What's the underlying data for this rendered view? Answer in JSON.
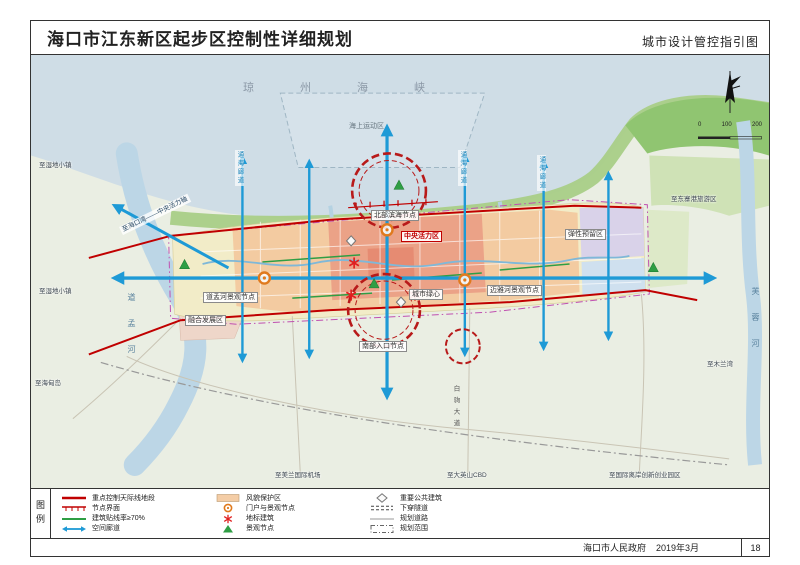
{
  "header": {
    "title": "海口市江东新区起步区控制性详细规划",
    "subtitle": "城市设计管控指引图"
  },
  "compass": {
    "scale_ticks": [
      "0",
      "100",
      "200"
    ]
  },
  "map": {
    "sea_name": "琼州海峡",
    "zones": {
      "marine_sports": "海上运动区",
      "central_vitality": "中央活力区",
      "flexible_reserve": "弹性预留区",
      "integration": "融合发展区",
      "green_heart": "城市绿心"
    },
    "nodes": {
      "north": "北部滨海节点",
      "south": "南部入口节点",
      "river_west": "道孟河景观节点",
      "river_east": "迈雅河景观节点"
    },
    "corridors": {
      "sea_corridor": "通海廊道",
      "central_axis": "至海口湾——中央活力轴"
    },
    "rivers": {
      "west": "道孟河",
      "east": "芙蓉河"
    },
    "roads": {
      "baiju": "白驹大道"
    },
    "directions": {
      "wetland_town_a": "至湿地小镇",
      "wetland_town_b": "至湿地小镇",
      "haidian_island": "至海甸岛",
      "dongzhai_port": "至东寨港旅游区",
      "mulan_bay": "至木兰湾",
      "airport": "至美兰国际机场",
      "cbd": "至大英山CBD",
      "offshore_park": "至国际离岸创新创业园区"
    }
  },
  "legend": {
    "title": "图例",
    "items": [
      {
        "label": "重点控制天际线地段"
      },
      {
        "label": "节点界面"
      },
      {
        "label": "建筑贴线率≥70%"
      },
      {
        "label": "空间廊道"
      },
      {
        "label": "风貌保护区"
      },
      {
        "label": "门户与景观节点"
      },
      {
        "label": "地标建筑"
      },
      {
        "label": "景观节点"
      },
      {
        "label": "重要公共建筑"
      },
      {
        "label": "下穿隧道"
      },
      {
        "label": "规划道路"
      },
      {
        "label": "规划范围"
      }
    ]
  },
  "footer": {
    "publisher": "海口市人民政府",
    "date": "2019年3月",
    "page": "18"
  }
}
